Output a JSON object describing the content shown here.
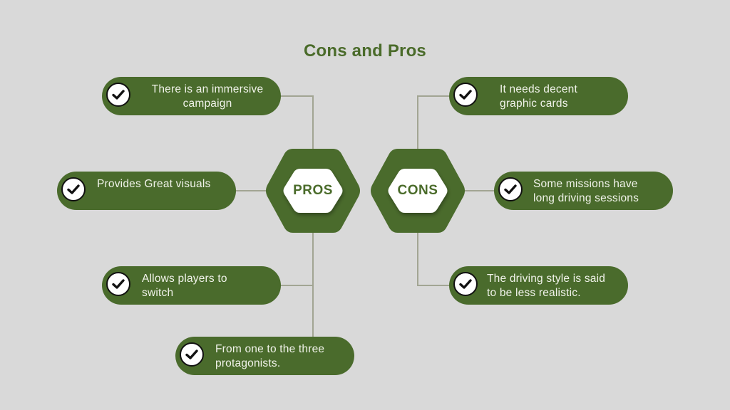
{
  "title": "Cons and Pros",
  "colors": {
    "background": "#d9d9d9",
    "accent_green": "#4a6b2c",
    "title_green": "#4a6b2a",
    "pill_text": "#f1f3ea",
    "connector": "#a2a593"
  },
  "pros": {
    "label": "PROS",
    "items": [
      {
        "text": "There is an immersive\ncampaign",
        "icon": "check-circle-icon"
      },
      {
        "text": "Provides Great visuals",
        "icon": "check-circle-icon"
      },
      {
        "text": "Allows players to\nswitch",
        "icon": "check-circle-icon"
      },
      {
        "text": "From one to the three\nprotagonists.",
        "icon": "check-circle-icon"
      }
    ]
  },
  "cons": {
    "label": "CONS",
    "items": [
      {
        "text": "It needs decent\ngraphic cards",
        "icon": "check-circle-icon"
      },
      {
        "text": "Some missions have\nlong driving sessions",
        "icon": "check-circle-icon"
      },
      {
        "text": "The driving style is said\nto be less realistic.",
        "icon": "check-circle-icon"
      }
    ]
  }
}
